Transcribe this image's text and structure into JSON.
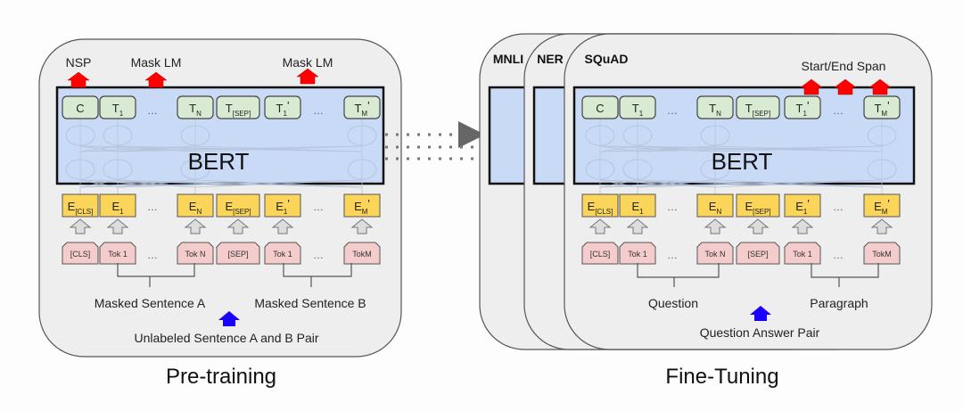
{
  "pretraining": {
    "title": "Pre-training",
    "model_label": "BERT",
    "heads": [
      {
        "label": "NSP",
        "color": "#ff0000"
      },
      {
        "label": "Mask LM",
        "color": "#ff0000"
      },
      {
        "label": "Mask LM",
        "color": "#ff0000"
      }
    ],
    "outputs": [
      "C",
      "T1",
      "…",
      "TN",
      "T[SEP]",
      "T1'",
      "…",
      "TM'"
    ],
    "embeddings": [
      "E[CLS]",
      "E1",
      "…",
      "EN",
      "E[SEP]",
      "E1'",
      "…",
      "EM'"
    ],
    "tokens": [
      "[CLS]",
      "Tok 1",
      "…",
      "Tok N",
      "[SEP]",
      "Tok 1",
      "…",
      "TokM"
    ],
    "segment_a": "Masked Sentence A",
    "segment_b": "Masked Sentence B",
    "input_label": "Unlabeled Sentence A and B Pair",
    "input_arrow_color": "#1a00ff"
  },
  "finetuning": {
    "title": "Fine-Tuning",
    "tasks": [
      "MNLI",
      "NER",
      "SQuAD"
    ],
    "model_label": "BERT",
    "head_label": "Start/End Span",
    "head_color": "#ff0000",
    "outputs": [
      "C",
      "T1",
      "…",
      "TN",
      "T[SEP]",
      "T1'",
      "…",
      "TM'"
    ],
    "embeddings": [
      "E[CLS]",
      "E1",
      "…",
      "EN",
      "E[SEP]",
      "E1'",
      "…",
      "EM'"
    ],
    "tokens": [
      "[CLS]",
      "Tok 1",
      "…",
      "Tok N",
      "[SEP]",
      "Tok 1",
      "…",
      "TokM"
    ],
    "segment_a": "Question",
    "segment_b": "Paragraph",
    "input_label": "Question Answer Pair",
    "input_arrow_color": "#1a00ff"
  }
}
